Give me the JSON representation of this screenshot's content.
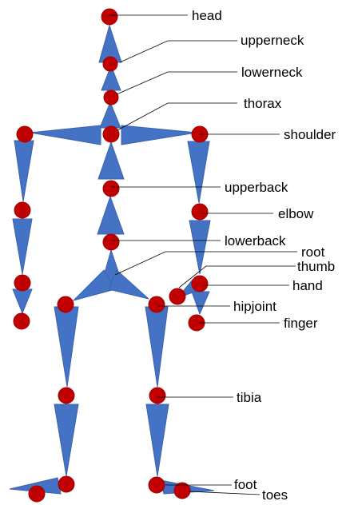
{
  "diagram": {
    "colors": {
      "bone": "#4472C4",
      "joint": "#C00000",
      "leader": "#000000",
      "text": "#000000"
    },
    "labels": {
      "head": "head",
      "upperneck": "upperneck",
      "lowerneck": "lowerneck",
      "thorax": "thorax",
      "shoulder": "shoulder",
      "upperback": "upperback",
      "elbow": "elbow",
      "lowerback": "lowerback",
      "root": "root",
      "thumb": "thumb",
      "hand": "hand",
      "hipjoint": "hipjoint",
      "finger": "finger",
      "tibia": "tibia",
      "foot": "foot",
      "toes": "toes"
    }
  }
}
